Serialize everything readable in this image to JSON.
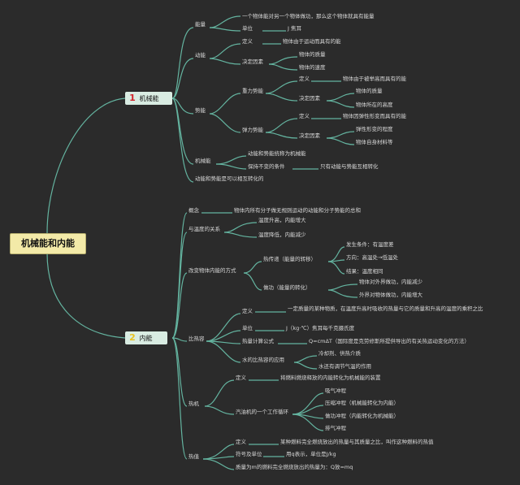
{
  "diagram": {
    "root": "机械能和内能",
    "b1": {
      "num": "1",
      "label": "机械能"
    },
    "b2": {
      "num": "2",
      "label": "内能"
    },
    "mech": {
      "energy": "能量",
      "energy_def": "一个物体能对另一个物体做功，那么这个物体就具有能量",
      "unit": "单位",
      "unit_val": "J 焦耳",
      "kinetic": "动能",
      "definition": "定义",
      "kinetic_def": "物体由于运动而具有的能",
      "determinants": "决定因素",
      "mass": "物体的质量",
      "speed": "物体的速度",
      "potential": "势能",
      "gravity_pe": "重力势能",
      "gravity_def": "物体由于被举高而具有的能",
      "height": "物体所在的高度",
      "elastic_pe": "弹力势能",
      "elastic_def": "物体因弹性形变而具有的能",
      "deform": "弹性形变的程度",
      "material": "物体自身材料等",
      "mech_energy": "机械能",
      "mech_def": "动能和势能统称为机械能",
      "conserve": "保持不变的条件",
      "conserve_val": "只有动能与势能互相转化",
      "convert": "动能和势能是可以相互转化的"
    },
    "internal": {
      "concept": "概念",
      "concept_def": "物体内所有分子做无规则运动的动能和分子势能的总和",
      "temp_rel": "与温度的关系",
      "temp_up": "温度升高，内能增大",
      "temp_down": "温度降低，内能减少",
      "change": "改变物体内能的方式",
      "heat_transfer": "热传递（能量的转移）",
      "ht_cond": "发生条件：有温度差",
      "ht_dir": "方向：高温处→低温处",
      "ht_end": "结果：温度相同",
      "work": "做功（能量的转化）",
      "work_out": "物体对外界做功，内能减少",
      "work_in": "外界对物体做功，内能增大",
      "shc": "比热容",
      "definition": "定义",
      "shc_def": "一定质量的某种物质，在温度升高时吸收的热量与它的质量和升高的温度的乘积之比",
      "unit": "单位",
      "shc_unit": "J（kg·℃）焦耳每千克摄氏度",
      "heat_formula": "热量计算公式",
      "heat_formula_val": "Q=cmΔT（国际度是克劳修斯所提供导出的有关热运动变化的方法）",
      "application": "水的比热容的应用",
      "app1": "冷却剂、供热介质",
      "app2": "水还有调节气温的作用",
      "engine": "热机",
      "engine_def": "将燃料燃烧释放的内能转化为机械能的装置",
      "cycle": "汽油机的一个工作循环",
      "stroke1": "吸气冲程",
      "stroke2": "压缩冲程（机械能转化为内能）",
      "stroke3": "做功冲程（内能转化为机械能）",
      "stroke4": "排气冲程",
      "fuel_value": "热值",
      "fuel_def": "某种燃料完全燃烧放出的热量与其质量之比，叫作这种燃料的热值",
      "symbol": "符号及单位",
      "symbol_val": "用q表示，单位是J/kg",
      "fuel_formula": "质量为m的燃料完全燃烧放出的热量为：Q放=mq"
    }
  }
}
